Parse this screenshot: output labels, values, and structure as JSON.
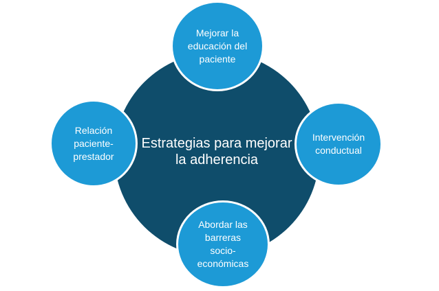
{
  "colors": {
    "center": "#0f4d6b",
    "satellite": "#1d9ad6"
  },
  "diagram": {
    "center": "Estrategias para mejorar\nla adherencia",
    "nodes": {
      "top": "Mejorar la\neducación del\npaciente",
      "left": "Relación\npaciente-\nprestador",
      "right": "Intervención\nconductual",
      "bottom": "Abordar las\nbarreras\nsocio-\neconómicas"
    }
  }
}
